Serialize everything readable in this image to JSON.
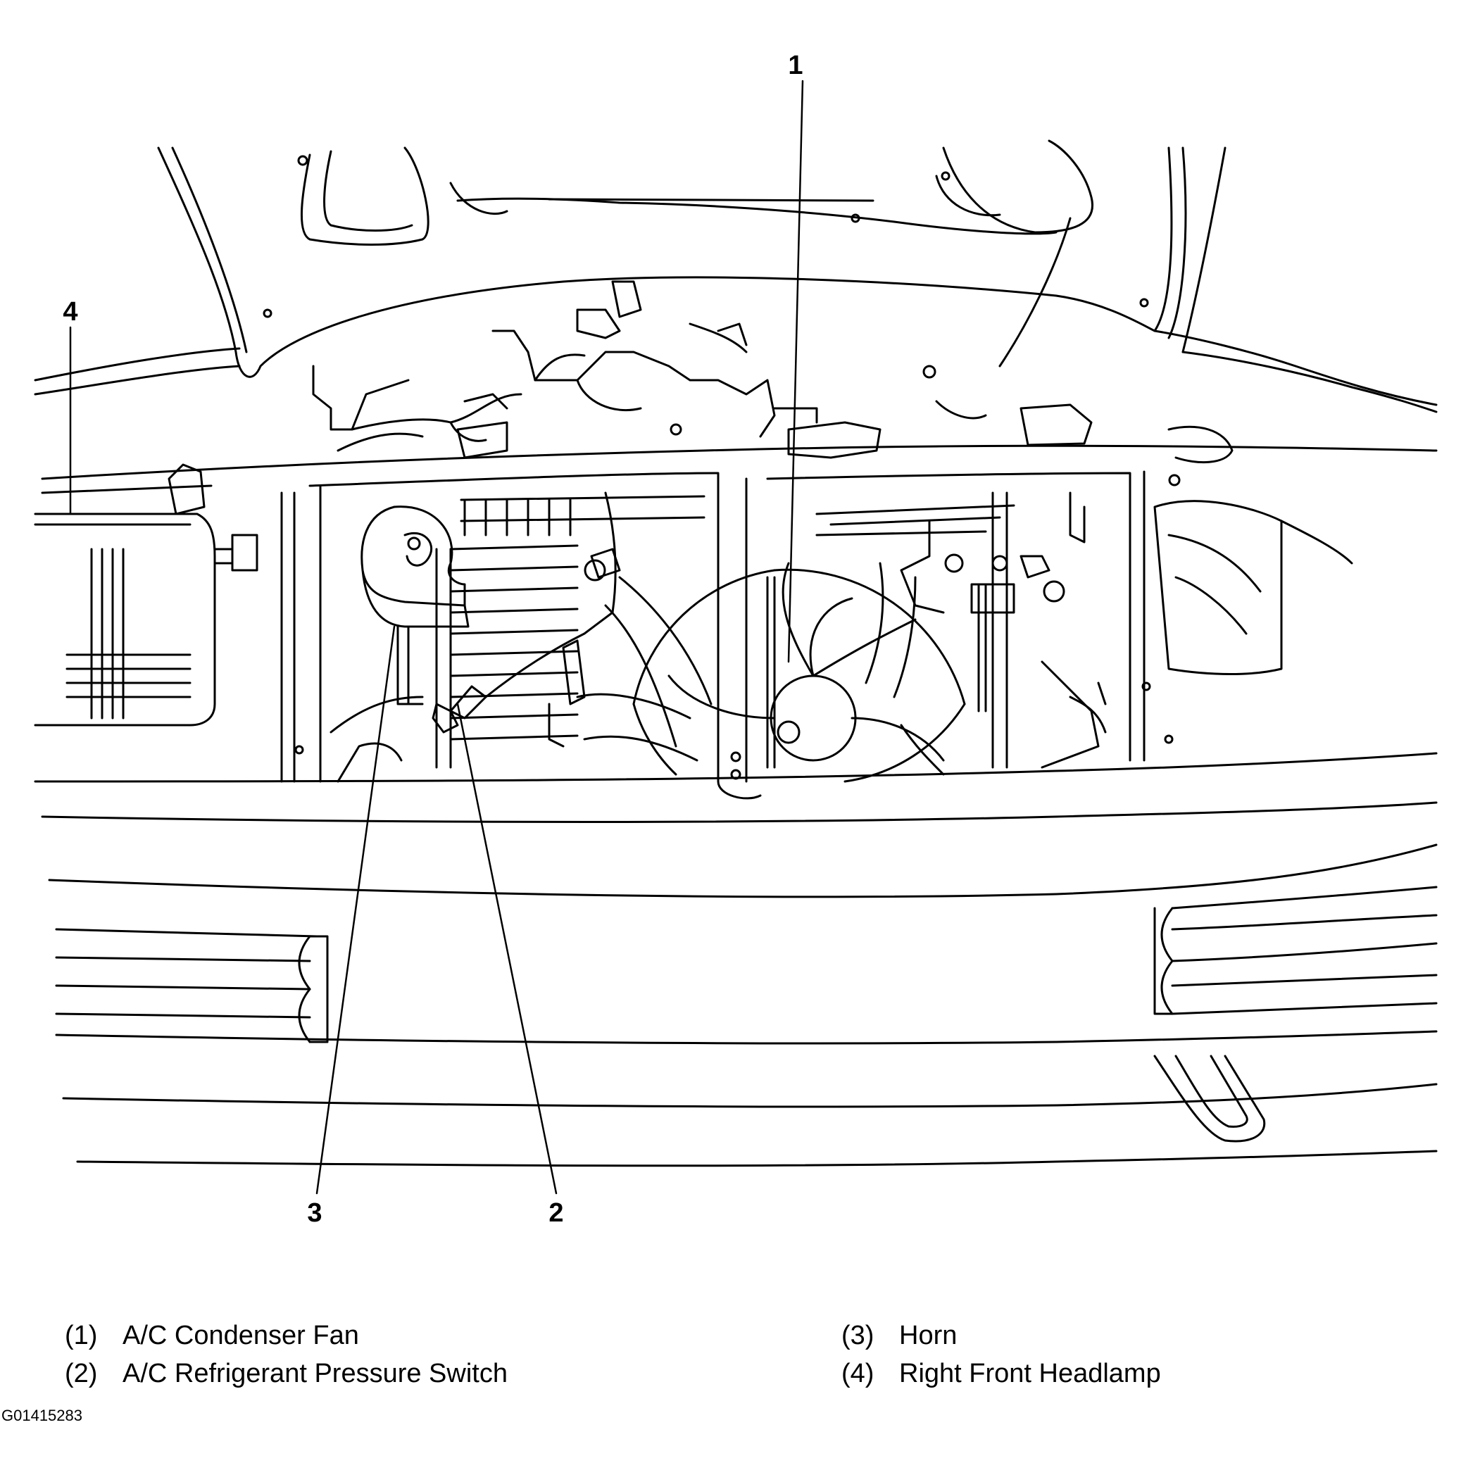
{
  "callouts": [
    "1",
    "2",
    "3",
    "4"
  ],
  "legend": [
    {
      "num": "(1)",
      "label": "A/C Condenser Fan"
    },
    {
      "num": "(2)",
      "label": "A/C Refrigerant Pressure Switch"
    },
    {
      "num": "(3)",
      "label": "Horn"
    },
    {
      "num": "(4)",
      "label": "Right Front Headlamp"
    }
  ],
  "figure_id": "G01415283",
  "colors": {
    "ink": "#000000",
    "paper": "#ffffff"
  }
}
